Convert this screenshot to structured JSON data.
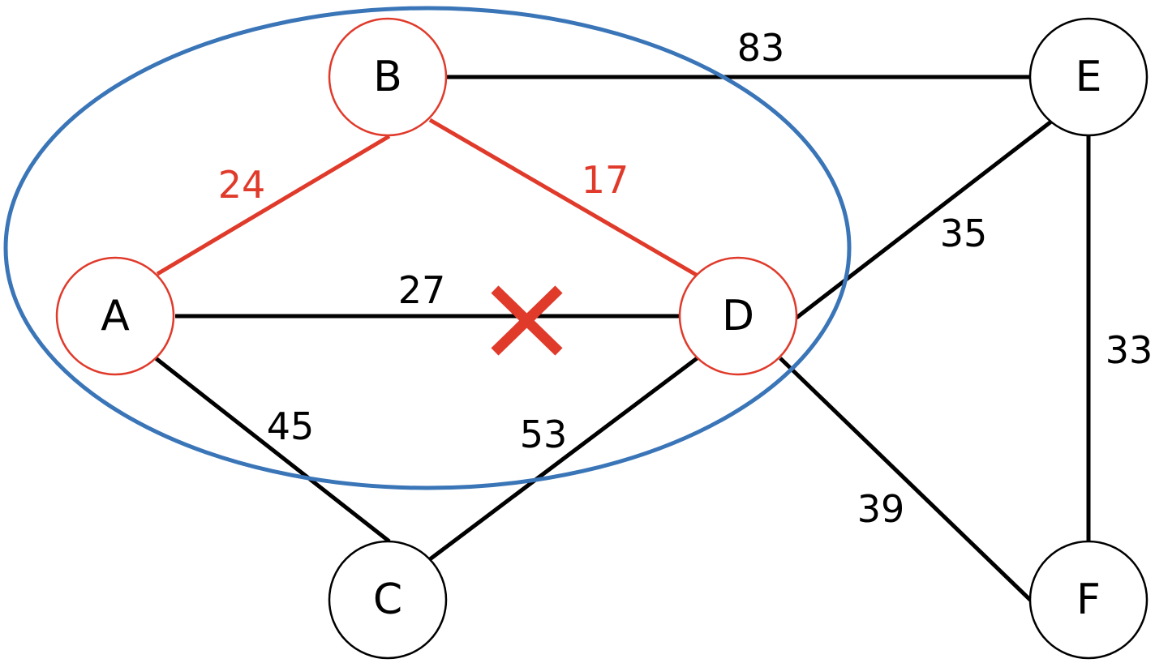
{
  "colors": {
    "default_stroke": "#000000",
    "highlight": "#e03a2b",
    "group_outline": "#3a75b8",
    "background": "#ffffff"
  },
  "nodes": {
    "a": {
      "label": "A",
      "highlighted": true
    },
    "b": {
      "label": "B",
      "highlighted": true
    },
    "c": {
      "label": "C",
      "highlighted": false
    },
    "d": {
      "label": "D",
      "highlighted": true
    },
    "e": {
      "label": "E",
      "highlighted": false
    },
    "f": {
      "label": "F",
      "highlighted": false
    }
  },
  "edges": {
    "a_b": {
      "from": "A",
      "to": "B",
      "weight": "24",
      "highlighted": true
    },
    "b_d": {
      "from": "B",
      "to": "D",
      "weight": "17",
      "highlighted": true
    },
    "b_e": {
      "from": "B",
      "to": "E",
      "weight": "83",
      "highlighted": false
    },
    "a_d": {
      "from": "A",
      "to": "D",
      "weight": "27",
      "highlighted": false,
      "rejected": true
    },
    "a_c": {
      "from": "A",
      "to": "C",
      "weight": "45",
      "highlighted": false
    },
    "c_d": {
      "from": "C",
      "to": "D",
      "weight": "53",
      "highlighted": false
    },
    "d_e": {
      "from": "D",
      "to": "E",
      "weight": "35",
      "highlighted": false
    },
    "d_f": {
      "from": "D",
      "to": "F",
      "weight": "39",
      "highlighted": false
    },
    "e_f": {
      "from": "E",
      "to": "F",
      "weight": "33",
      "highlighted": false
    }
  },
  "group": {
    "members": [
      "A",
      "B",
      "D"
    ]
  },
  "marker": {
    "symbol": "cross",
    "on_edge": "A-D"
  }
}
